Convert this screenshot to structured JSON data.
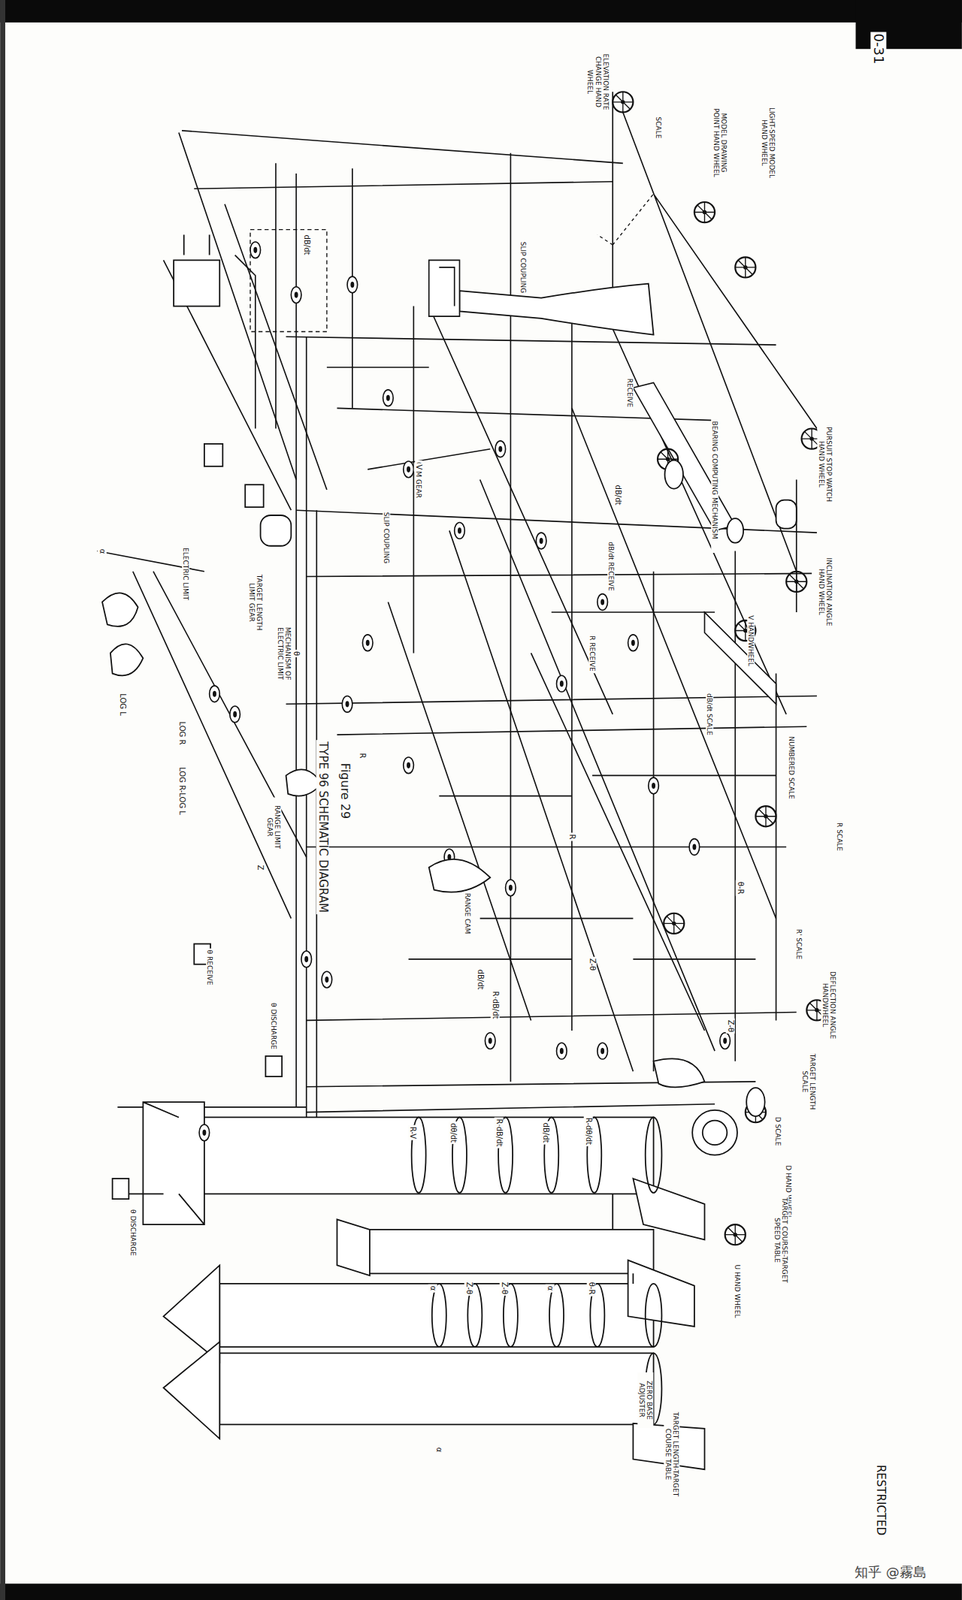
{
  "diagram": {
    "title": "Figure 29",
    "caption": "TYPE 96 SCHEMATIC DIAGRAM",
    "labels": [
      "0-31",
      "RESTRICTED",
      "知乎 @霧島",
      "ELEVATION RATE CHANGE HAND WHEEL",
      "SCALE",
      "MODEL DRAWING POINT HAND WHEEL",
      "LIGHT-SPEED MODEL HAND WHEEL",
      "PURSUIT STOP WATCH HAND WHEEL",
      "BEARING COMPUTING MECHANISM",
      "INCLINATION ANGLE HAND WHEEL",
      "V HANDWHEEL",
      "dB/dt SCALE",
      "NUMBERED SCALE",
      "R SCALE",
      "R' SCALE",
      "DEFLECTION ANGLE HANDWHEEL",
      "TARGET LENGTH SCALE",
      "D SCALE",
      "D HAND WHEEL",
      "TARGET COURSE-TARGET SPEED TABLE",
      "U HAND WHEEL",
      "TARGET LENGTH-TARGET COURSE TABLE",
      "ZERO BASE ADJUSTER",
      "RECEIVE",
      "CAM GEAR",
      "SLIP COUPLING",
      "SLIP COUPLING",
      "dB/dt RECEIVE",
      "R RECEIVE",
      "ELECTRIC LIMIT",
      "TARGET LENGTH LIMIT GEAR",
      "MECHANISM OF ELECTRIC LIMIT",
      "LOG L",
      "LOG R",
      "LOG R-LOG L",
      "RANGE LIMIT GEAR",
      "RANGE CAM",
      "θ RECEIVE",
      "θ DISCHARGE",
      "θ DISCHARGE",
      "R-V",
      "dθ/dt",
      "R·dB/dt",
      "dB/dt",
      "R-dθ/dt",
      "α",
      "Z-θ",
      "Z-θ",
      "α",
      "θ-R",
      "α",
      "R",
      "R",
      "V",
      "θ",
      "α",
      "Z",
      "dB/dt",
      "dB/dt",
      "R·dB/dt",
      "Z-θ",
      "Z-θ",
      "θ-R",
      "dB/dt"
    ]
  }
}
